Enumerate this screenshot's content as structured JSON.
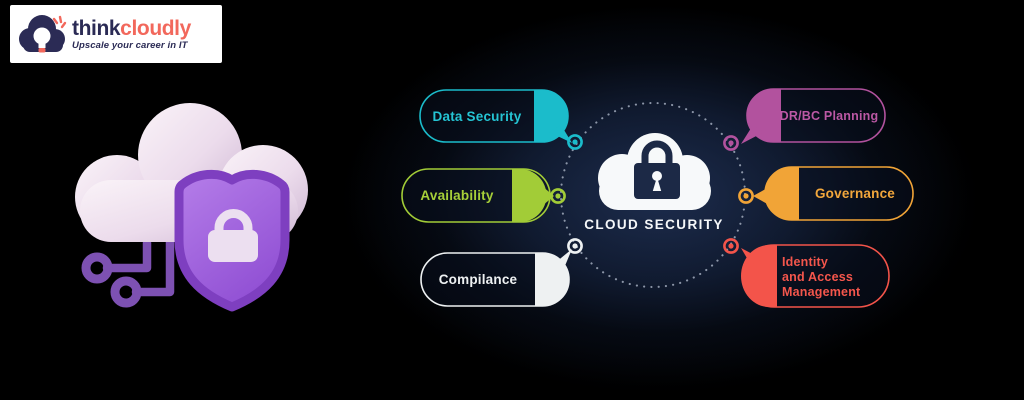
{
  "logo": {
    "brand_think": "think",
    "brand_cloudly": "cloudly",
    "tagline": "Upscale your career in IT",
    "think_color": "#2b2b55",
    "cloudly_color": "#f2685c"
  },
  "diagram": {
    "center_label": "CLOUD SECURITY",
    "items": [
      {
        "label": "Data Security",
        "color": "#1bbccb",
        "position": "top-left"
      },
      {
        "label": "Availability",
        "color": "#a2cc37",
        "position": "middle-left"
      },
      {
        "label": "Compilance",
        "color": "#eef1f2",
        "position": "bottom-left"
      },
      {
        "label": "DR/BC Planning",
        "color": "#b2529e",
        "position": "top-right"
      },
      {
        "label": "Governance",
        "color": "#f1a437",
        "position": "middle-right"
      },
      {
        "label": "Identity\nand Access\nManagement",
        "color": "#f3544a",
        "position": "bottom-right"
      }
    ]
  },
  "illustration": {
    "name": "cloud-shield-lock",
    "shield_color": "#a166e0",
    "cloud_color": "#efe3ef"
  }
}
